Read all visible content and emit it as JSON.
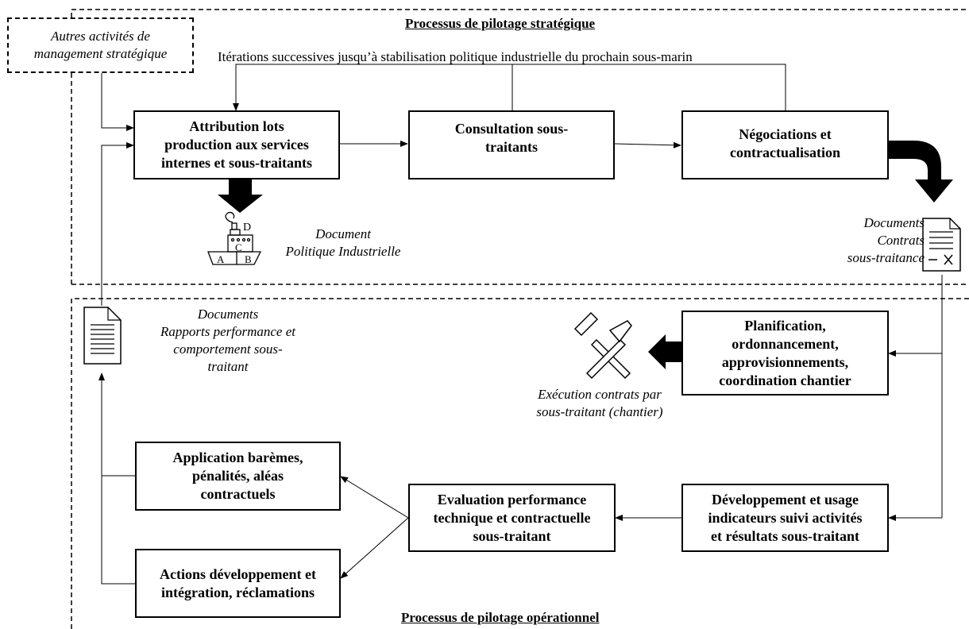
{
  "strategic": {
    "title": "Processus de pilotage stratégique",
    "iteration_note": "Itérations successives jusqu’à stabilisation politique industrielle du prochain sous-marin",
    "other_activities": "Autres activités de\nmanagement stratégique",
    "boxes": {
      "attribution": "Attribution lots\nproduction aux services\ninternes et sous-traitants",
      "consultation": "Consultation sous-\ntraitants",
      "negociations": "Négociations et\ncontractualisation"
    },
    "doc_politique": "Document\nPolitique Industrielle",
    "doc_contrats": "Documents\nContrats\nsous-traitance",
    "ship_letters": {
      "a": "A",
      "b": "B",
      "c": "C",
      "d": "D"
    }
  },
  "operational": {
    "title": "Processus de pilotage opérationnel",
    "doc_rapports": "Documents\nRapports performance et\ncomportement sous-\ntraitant",
    "execution": "Exécution contrats par\nsous-traitant (chantier)",
    "boxes": {
      "planification": "Planification,\nordonnancement,\napprovisionnements,\ncoordination chantier",
      "developpement": "Développement et usage\nindicateurs suivi activités\net résultats sous-traitant",
      "evaluation": "Evaluation performance\ntechnique et contractuelle\nsous-traitant",
      "application": "Application barèmes,\npénalités, aléas\ncontractuels",
      "actions": "Actions développement et\nintégration, réclamations"
    }
  }
}
